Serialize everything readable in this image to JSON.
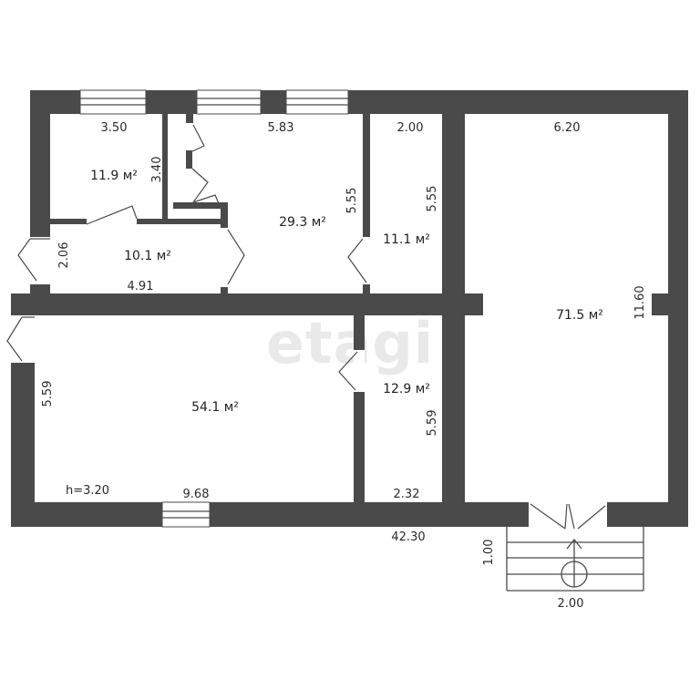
{
  "watermark": "etagi",
  "rooms": {
    "r1": {
      "area": "11.9 м²",
      "width": "3.50",
      "depth": "3.40"
    },
    "r2": {
      "area": "10.1 м²",
      "width": "4.91",
      "depth": "2.06"
    },
    "r3": {
      "area": "29.3 м²",
      "width": "5.83",
      "depth": "5.55"
    },
    "r4": {
      "area": "11.1 м²",
      "width": "2.00",
      "depth": "5.55"
    },
    "r5": {
      "area": "71.5 м²",
      "width": "6.20",
      "depth": "11.60"
    },
    "r6": {
      "area": "54.1 м²",
      "width": "9.68",
      "depth": "5.59",
      "height": "h=3.20"
    },
    "r7": {
      "area": "12.9 м²",
      "width": "2.32",
      "depth": "5.59"
    }
  },
  "overall_length": "42.30",
  "porch": {
    "depth": "1.00",
    "width": "2.00"
  }
}
